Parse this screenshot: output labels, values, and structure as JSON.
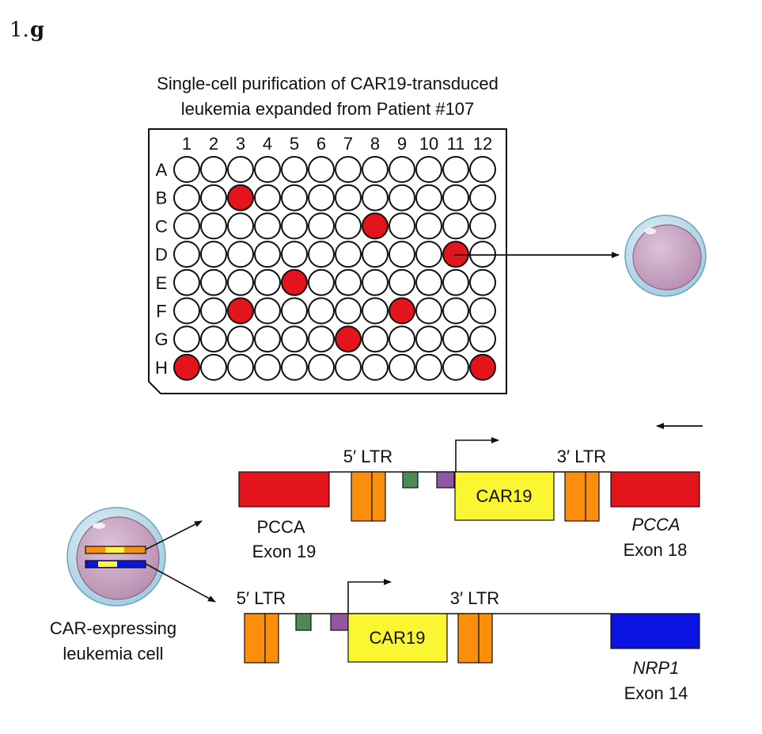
{
  "panel": {
    "number": "1.",
    "letter": "g"
  },
  "plate": {
    "title_line1": "Single-cell purification of CAR19-transduced",
    "title_line2": "leukemia expanded from Patient #107",
    "columns": [
      "1",
      "2",
      "3",
      "4",
      "5",
      "6",
      "7",
      "8",
      "9",
      "10",
      "11",
      "12"
    ],
    "rows": [
      "A",
      "B",
      "C",
      "D",
      "E",
      "F",
      "G",
      "H"
    ],
    "positive_wells": [
      "B3",
      "C8",
      "D11",
      "E5",
      "F3",
      "F9",
      "G7",
      "H1",
      "H12"
    ],
    "selected_well": "D11",
    "colors": {
      "positive": "#e3141b",
      "empty": "#ffffff",
      "outline": "#111111"
    }
  },
  "diagram": {
    "cell_label_line1": "CAR-expressing",
    "cell_label_line2": "leukemia cell",
    "top_construct": {
      "ltr5": "5′ LTR",
      "ltr3": "3′ LTR",
      "car": "CAR19",
      "left_gene": "PCCA",
      "left_exon": "Exon 19",
      "right_gene": "PCCA",
      "right_exon": "Exon 18"
    },
    "bottom_construct": {
      "ltr5": "5′ LTR",
      "ltr3": "3′ LTR",
      "car": "CAR19",
      "right_gene": "NRP1",
      "right_exon": "Exon 14"
    },
    "colors": {
      "pcca": "#e3141b",
      "nrp1": "#0a14e0",
      "ltr": "#fb8f0d",
      "car": "#faf632",
      "green_element": "#4f8a55",
      "purple_element": "#9356a0",
      "cell_membrane": "#c6e3ee",
      "cell_body": "#c9a6c2"
    }
  }
}
